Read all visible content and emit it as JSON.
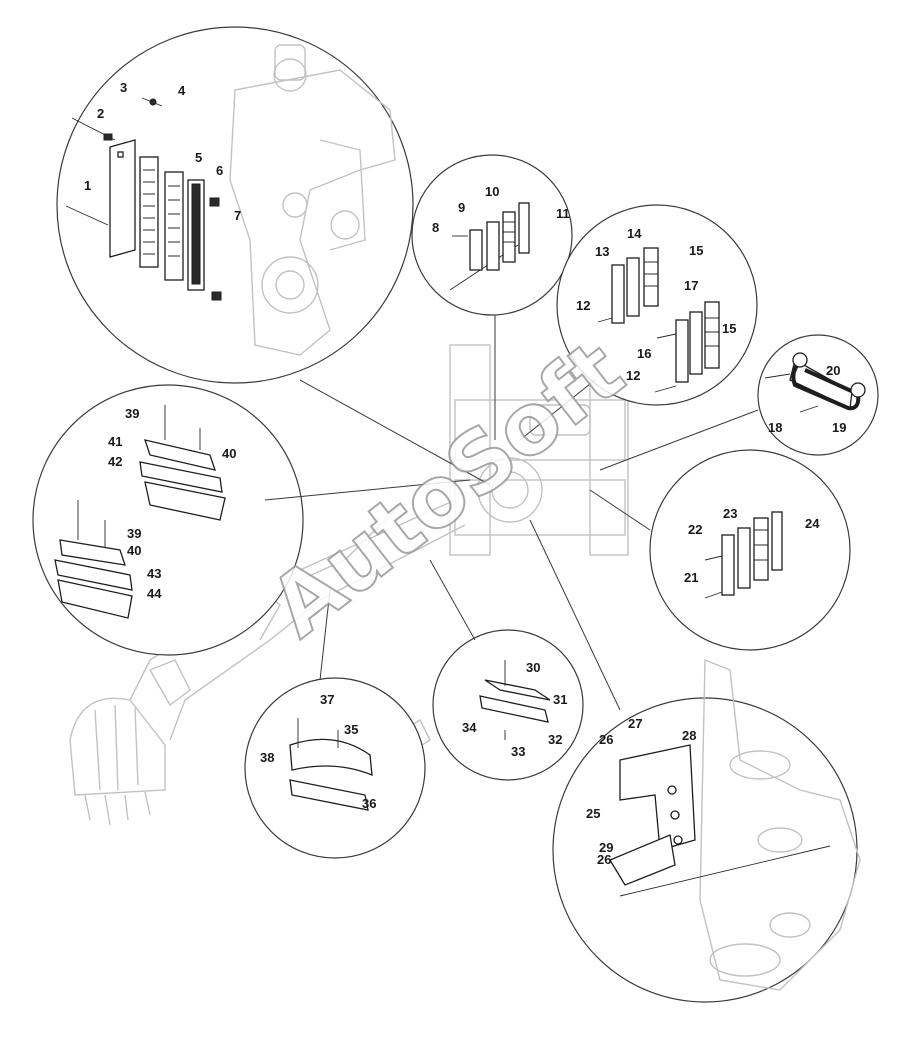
{
  "diagram": {
    "watermark": "AutoSoft",
    "callouts": [
      {
        "id": "c1",
        "label": "1"
      },
      {
        "id": "c2",
        "label": "2"
      },
      {
        "id": "c3",
        "label": "3"
      },
      {
        "id": "c4",
        "label": "4"
      },
      {
        "id": "c5",
        "label": "5"
      },
      {
        "id": "c6",
        "label": "6"
      },
      {
        "id": "c7",
        "label": "7"
      },
      {
        "id": "c8",
        "label": "8"
      },
      {
        "id": "c9",
        "label": "9"
      },
      {
        "id": "c10",
        "label": "10"
      },
      {
        "id": "c11",
        "label": "11"
      },
      {
        "id": "c12a",
        "label": "12"
      },
      {
        "id": "c12b",
        "label": "12"
      },
      {
        "id": "c13",
        "label": "13"
      },
      {
        "id": "c14",
        "label": "14"
      },
      {
        "id": "c15a",
        "label": "15"
      },
      {
        "id": "c15b",
        "label": "15"
      },
      {
        "id": "c16",
        "label": "16"
      },
      {
        "id": "c17",
        "label": "17"
      },
      {
        "id": "c18",
        "label": "18"
      },
      {
        "id": "c19",
        "label": "19"
      },
      {
        "id": "c20",
        "label": "20"
      },
      {
        "id": "c21",
        "label": "21"
      },
      {
        "id": "c22",
        "label": "22"
      },
      {
        "id": "c23",
        "label": "23"
      },
      {
        "id": "c24",
        "label": "24"
      },
      {
        "id": "c25",
        "label": "25"
      },
      {
        "id": "c26a",
        "label": "26"
      },
      {
        "id": "c26b",
        "label": "26"
      },
      {
        "id": "c27",
        "label": "27"
      },
      {
        "id": "c28",
        "label": "28"
      },
      {
        "id": "c29",
        "label": "29"
      },
      {
        "id": "c30",
        "label": "30"
      },
      {
        "id": "c31",
        "label": "31"
      },
      {
        "id": "c32",
        "label": "32"
      },
      {
        "id": "c33",
        "label": "33"
      },
      {
        "id": "c34",
        "label": "34"
      },
      {
        "id": "c35",
        "label": "35"
      },
      {
        "id": "c36",
        "label": "36"
      },
      {
        "id": "c37",
        "label": "37"
      },
      {
        "id": "c38",
        "label": "38"
      },
      {
        "id": "c39a",
        "label": "39"
      },
      {
        "id": "c39b",
        "label": "39"
      },
      {
        "id": "c40a",
        "label": "40"
      },
      {
        "id": "c40b",
        "label": "40"
      },
      {
        "id": "c41",
        "label": "41"
      },
      {
        "id": "c42",
        "label": "42"
      },
      {
        "id": "c43",
        "label": "43"
      },
      {
        "id": "c44",
        "label": "44"
      }
    ]
  }
}
